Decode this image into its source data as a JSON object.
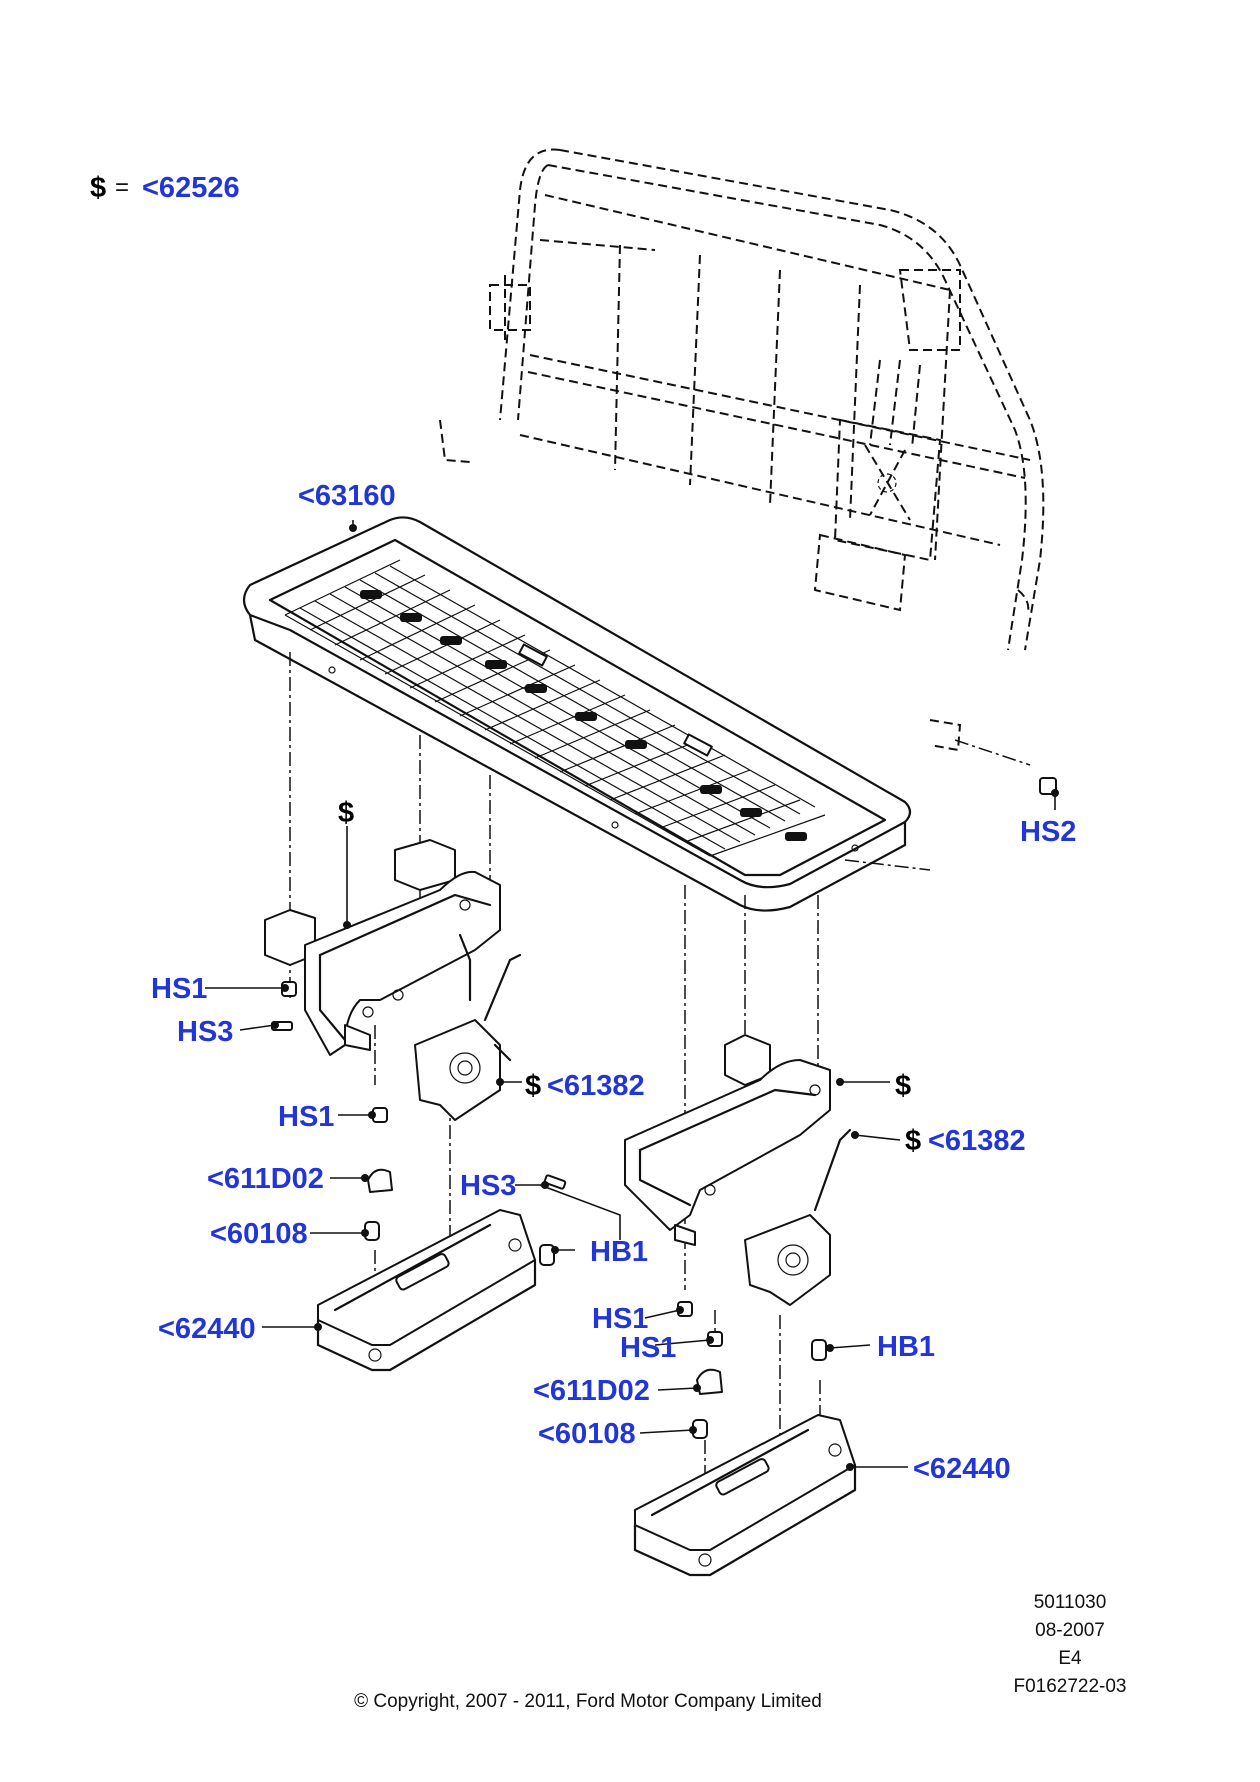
{
  "legend": {
    "symbol": "$",
    "equals": "=",
    "part": "<62526"
  },
  "callouts": {
    "c63160": "<63160",
    "hs2": "HS2",
    "sym_left_top": "$",
    "hs1_a": "HS1",
    "hs3_a": "HS3",
    "hs1_b": "HS1",
    "sym_61382_a": "$",
    "p61382_a": "<61382",
    "sym_right": "$",
    "sym_61382_b": "$",
    "p61382_b": "<61382",
    "p611d02_a": "<611D02",
    "hs3_b": "HS3",
    "p60108_a": "<60108",
    "hb1_a": "HB1",
    "p62440_a": "<62440",
    "hs1_c": "HS1",
    "hs1_d": "HS1",
    "hb1_b": "HB1",
    "p611d02_b": "<611D02",
    "p60108_b": "<60108",
    "p62440_b": "<62440"
  },
  "info": {
    "number": "5011030",
    "date": "08-2007",
    "revision": "E4",
    "figure": "F0162722-03"
  },
  "footer": {
    "copyright": "© Copyright, 2007 - 2011, Ford Motor Company Limited"
  }
}
